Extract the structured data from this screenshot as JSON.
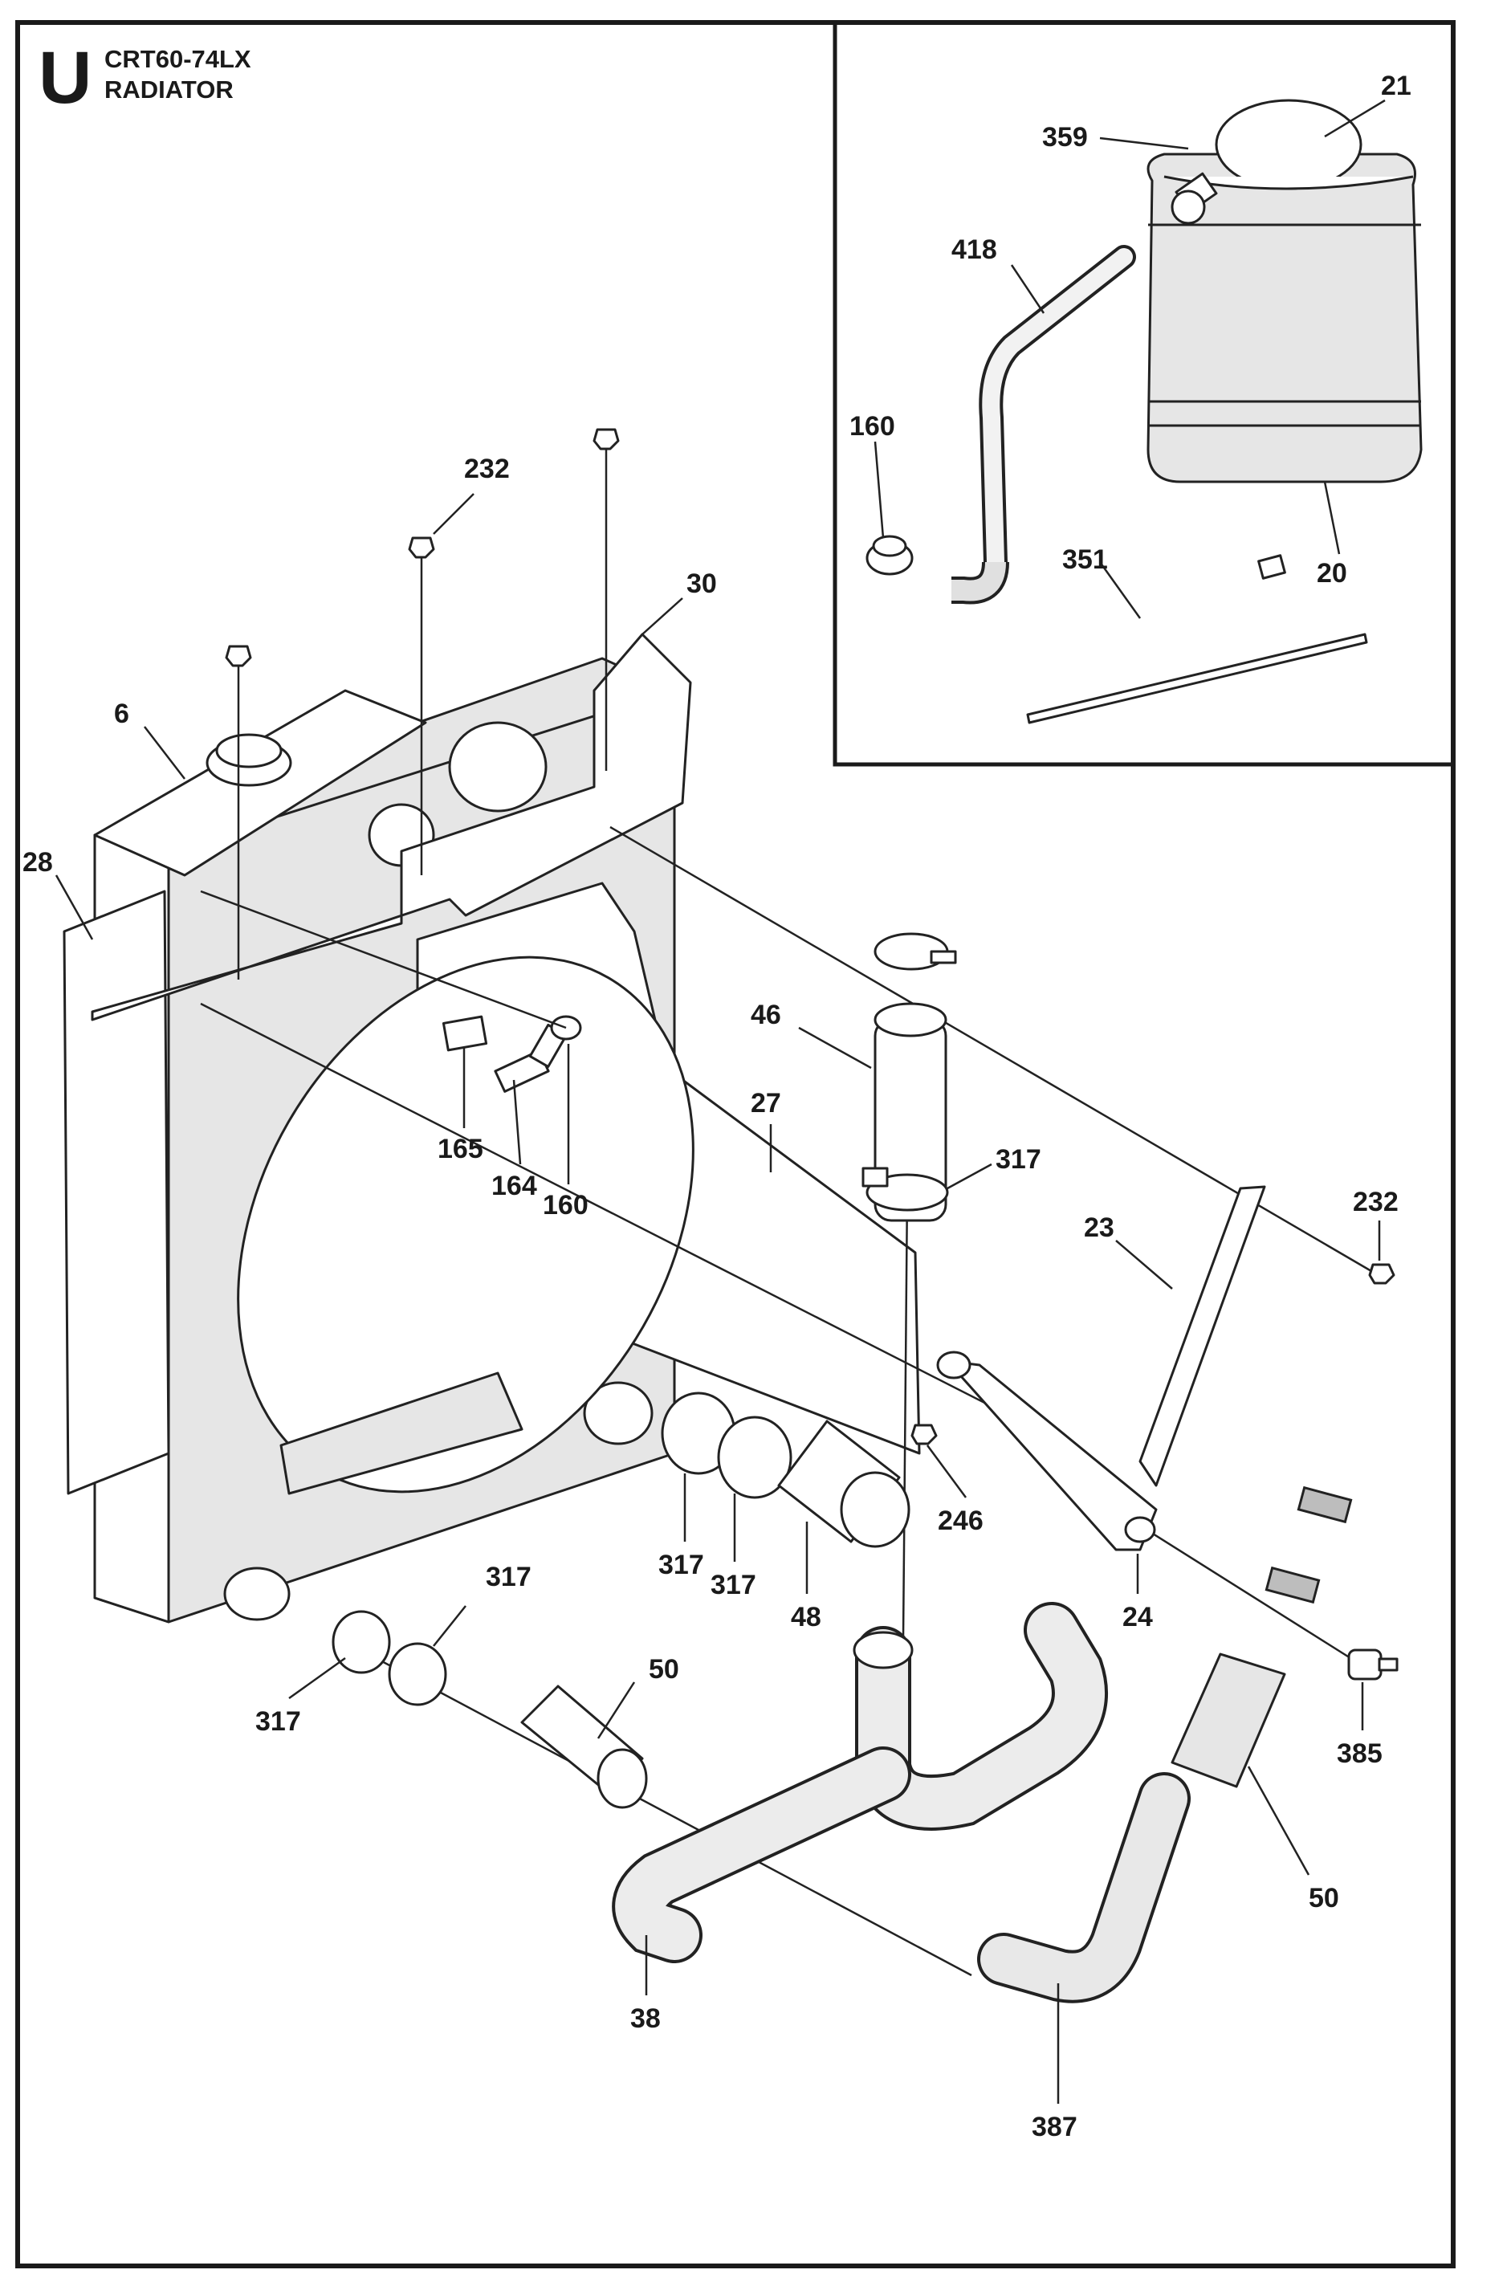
{
  "header": {
    "section_letter": "U",
    "model": "CRT60-74LX",
    "title": "RADIATOR"
  },
  "callouts": [
    {
      "id": "c21",
      "label": "21"
    },
    {
      "id": "c359",
      "label": "359"
    },
    {
      "id": "c418",
      "label": "418"
    },
    {
      "id": "c160a",
      "label": "160"
    },
    {
      "id": "c351",
      "label": "351"
    },
    {
      "id": "c20",
      "label": "20"
    },
    {
      "id": "c232a",
      "label": "232"
    },
    {
      "id": "c30",
      "label": "30"
    },
    {
      "id": "c6",
      "label": "6"
    },
    {
      "id": "c28",
      "label": "28"
    },
    {
      "id": "c46",
      "label": "46"
    },
    {
      "id": "c27",
      "label": "27"
    },
    {
      "id": "c317a",
      "label": "317"
    },
    {
      "id": "c232b",
      "label": "232"
    },
    {
      "id": "c23",
      "label": "23"
    },
    {
      "id": "c165",
      "label": "165"
    },
    {
      "id": "c164",
      "label": "164"
    },
    {
      "id": "c160b",
      "label": "160"
    },
    {
      "id": "c246",
      "label": "246"
    },
    {
      "id": "c317b",
      "label": "317"
    },
    {
      "id": "c317c",
      "label": "317"
    },
    {
      "id": "c48",
      "label": "48"
    },
    {
      "id": "c24",
      "label": "24"
    },
    {
      "id": "c317d",
      "label": "317"
    },
    {
      "id": "c317e",
      "label": "317"
    },
    {
      "id": "c50a",
      "label": "50"
    },
    {
      "id": "c385",
      "label": "385"
    },
    {
      "id": "c50b",
      "label": "50"
    },
    {
      "id": "c38",
      "label": "38"
    },
    {
      "id": "c387",
      "label": "387"
    }
  ]
}
